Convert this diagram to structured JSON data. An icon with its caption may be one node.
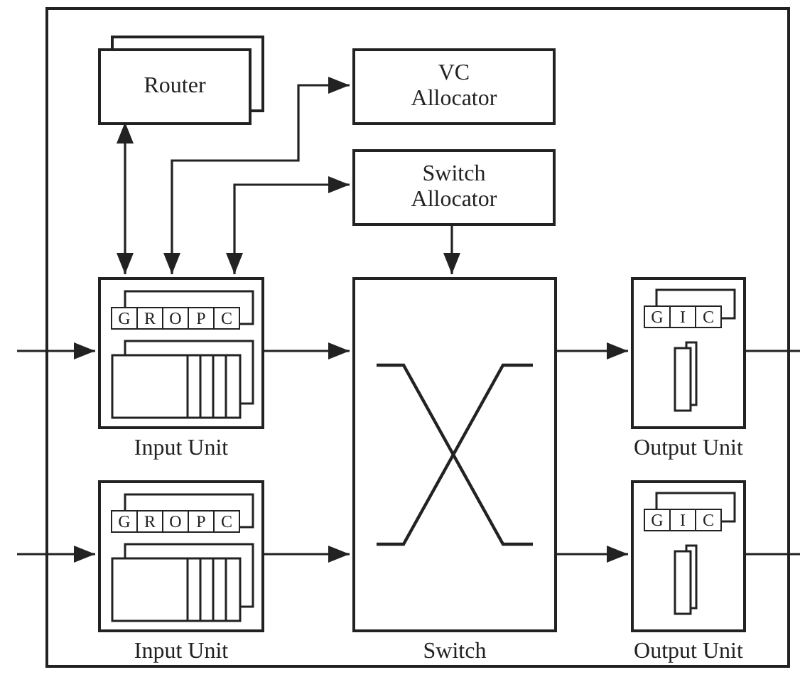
{
  "diagram": {
    "nodes": [
      {
        "text": [],
        "shape": "box"
      },
      {
        "text": [
          "Router"
        ],
        "in": 0
      },
      {
        "text": [
          "VC Allocator"
        ],
        "in": 0
      },
      {
        "text": [
          "Switch Allocator"
        ],
        "in": 0
      },
      {
        "text": [
          "Input Unit"
        ],
        "in": 0
      },
      {
        "text": [
          "G"
        ],
        "in": 4
      },
      {
        "text": [
          "R"
        ],
        "in": 4
      },
      {
        "text": [
          "O"
        ],
        "in": 4
      },
      {
        "text": [
          "P"
        ],
        "in": 4
      },
      {
        "text": [
          "C"
        ],
        "in": 4
      },
      {
        "text": [
          "Input Unit"
        ],
        "in": 0
      },
      {
        "text": [
          "G"
        ],
        "in": 10
      },
      {
        "text": [
          "R"
        ],
        "in": 10
      },
      {
        "text": [
          "O"
        ],
        "in": 10
      },
      {
        "text": [
          "P"
        ],
        "in": 10
      },
      {
        "text": [
          "C"
        ],
        "in": 10
      },
      {
        "text": [
          "Switch"
        ],
        "in": 0
      },
      {
        "text": [
          "Output Unit"
        ],
        "in": 0
      },
      {
        "text": [
          "G"
        ],
        "in": 17
      },
      {
        "text": [
          "I"
        ],
        "in": 17
      },
      {
        "text": [
          "C"
        ],
        "in": 17
      },
      {
        "text": [
          "Output Unit"
        ],
        "in": 0
      },
      {
        "text": [
          "G"
        ],
        "in": 21
      },
      {
        "text": [
          "I"
        ],
        "in": 21
      },
      {
        "text": [
          "C"
        ],
        "in": 21
      }
    ],
    "edges": [
      {
        "from": null,
        "to": 4,
        "arrow": "to"
      },
      {
        "from": 1,
        "to": 4,
        "arrow": "both"
      },
      {
        "from": 4,
        "to": 2,
        "arrow": "both"
      },
      {
        "from": 4,
        "to": 3,
        "arrow": "both"
      },
      {
        "from": 3,
        "to": 16,
        "arrow": "to"
      },
      {
        "from": 4,
        "to": 16,
        "arrow": "to"
      },
      {
        "from": null,
        "to": 10,
        "arrow": "to"
      },
      {
        "from": 10,
        "to": 16,
        "arrow": "to"
      },
      {
        "from": 16,
        "to": 17,
        "arrow": "to"
      },
      {
        "from": 16,
        "to": 21,
        "arrow": "to"
      },
      {
        "from": 17,
        "to": null,
        "arrow": "none"
      },
      {
        "from": 21,
        "to": null,
        "arrow": "none"
      }
    ]
  }
}
